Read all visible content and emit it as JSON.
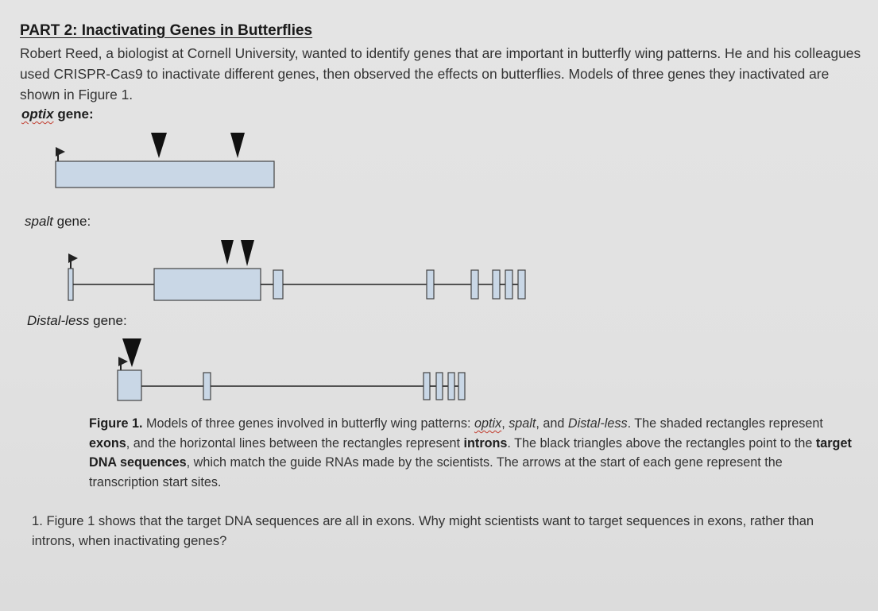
{
  "header": {
    "title": "PART 2: Inactivating Genes in Butterflies"
  },
  "intro": {
    "text": "Robert Reed, a biologist at Cornell University, wanted to identify genes that are important in butterfly wing patterns. He and his colleagues used CRISPR-Cas9 to inactivate different genes, then observed the effects on butterflies. Models of three genes they inactivated are shown in Figure 1."
  },
  "genes": {
    "optix": {
      "name": "optix",
      "suffix": " gene:"
    },
    "spalt": {
      "name": "spalt",
      "suffix": " gene:"
    },
    "distal_less": {
      "name": "Distal-less",
      "suffix": " gene:"
    }
  },
  "caption": {
    "label": "Figure 1.",
    "p1": " Models of three genes involved in butterfly wing patterns: ",
    "optix": "optix",
    "sep1": ", ",
    "spalt": "spalt",
    "sep2": ", and ",
    "dll": "Distal-less",
    "p2": ". The shaded rectangles represent ",
    "exons": "exons",
    "p3": ", and the horizontal lines between the rectangles represent ",
    "introns": "introns",
    "p4": ". The black triangles above the rectangles point to the ",
    "targets": "target DNA sequences",
    "p5": ", which match the guide RNAs made by the scientists. The arrows at the start of each gene represent the transcription start sites."
  },
  "question": {
    "text": "1. Figure 1 shows that the target DNA sequences are all in exons. Why might scientists want to target sequences in exons, rather than introns, when inactivating genes?"
  },
  "colors": {
    "exon_fill": "#c9d7e6",
    "line": "#222222"
  }
}
